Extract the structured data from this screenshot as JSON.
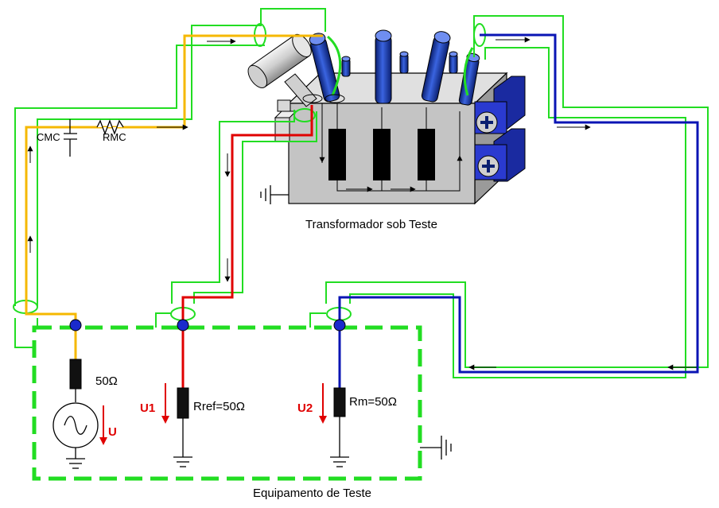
{
  "labels": {
    "transformer_title": "Transformador sob Teste",
    "equipment_title": "Equipamento de Teste",
    "cmc": "CMC",
    "rmc": "RMC",
    "source_resistor": "50Ω",
    "rref": "Rref=50Ω",
    "rm": "Rm=50Ω",
    "u": "U",
    "u1": "U1",
    "u2": "U2"
  },
  "colors": {
    "green_cable": "#22dd22",
    "yellow_wire": "#f5b800",
    "red_wire": "#e00000",
    "blue_wire": "#0a14b4",
    "tank_gray": "#bdbdbd",
    "bushing_blue": "#1a3fb0",
    "terminal_blue": "#1a2aa0",
    "node_blue": "#1a2acc",
    "arrow_red": "#e00000"
  },
  "icons": [
    "ac-source-icon",
    "ground-icon",
    "resistor-icon",
    "capacitor-icon",
    "current-arrow-icon"
  ]
}
